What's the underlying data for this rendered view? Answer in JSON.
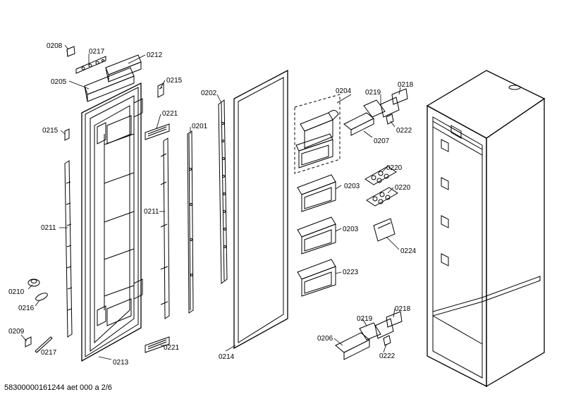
{
  "footer": "58300000161244 aet 000 a 2/6",
  "labels": {
    "l0208": "0208",
    "l0217_top": "0217",
    "l0212": "0212",
    "l0205": "0205",
    "l0215_top": "0215",
    "l0202": "0202",
    "l0221_top": "0221",
    "l0201": "0201",
    "l0215_left": "0215",
    "l0211_right": "0211",
    "l0211_left": "0211",
    "l0210": "0210",
    "l0216": "0216",
    "l0209": "0209",
    "l0217_bot": "0217",
    "l0213": "0213",
    "l0221_bot": "0221",
    "l0214": "0214",
    "l0204": "0204",
    "l0219_top": "0219",
    "l0218_top": "0218",
    "l0222_top": "0222",
    "l0207": "0207",
    "l0220_a": "0220",
    "l0220_b": "0220",
    "l0203_a": "0203",
    "l0203_b": "0203",
    "l0224": "0224",
    "l0223": "0223",
    "l0219_bot": "0219",
    "l0218_bot": "0218",
    "l0206": "0206",
    "l0222_bot": "0222"
  }
}
